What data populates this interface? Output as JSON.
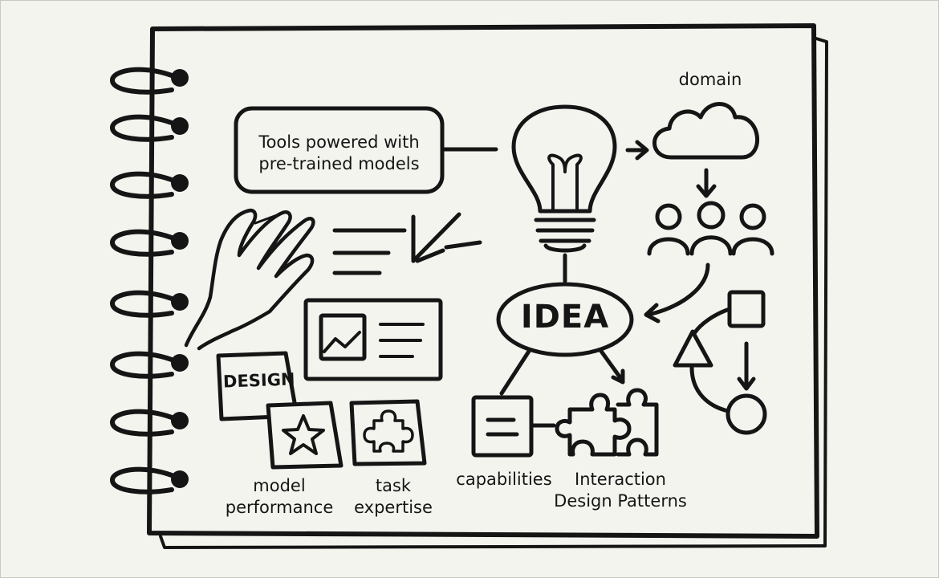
{
  "labels": {
    "tools_line1": "Tools powered with",
    "tools_line2": "pre-trained models",
    "domain": "domain",
    "idea": "IDEA",
    "design": "DESIGN",
    "model_performance_line1": "model",
    "model_performance_line2": "performance",
    "task_expertise_line1": "task",
    "task_expertise_line2": "expertise",
    "capabilities": "capabilities",
    "interaction_line1": "Interaction",
    "interaction_line2": "Design Patterns"
  },
  "colors": {
    "ink": "#151515",
    "paper": "#f4f4ef"
  }
}
